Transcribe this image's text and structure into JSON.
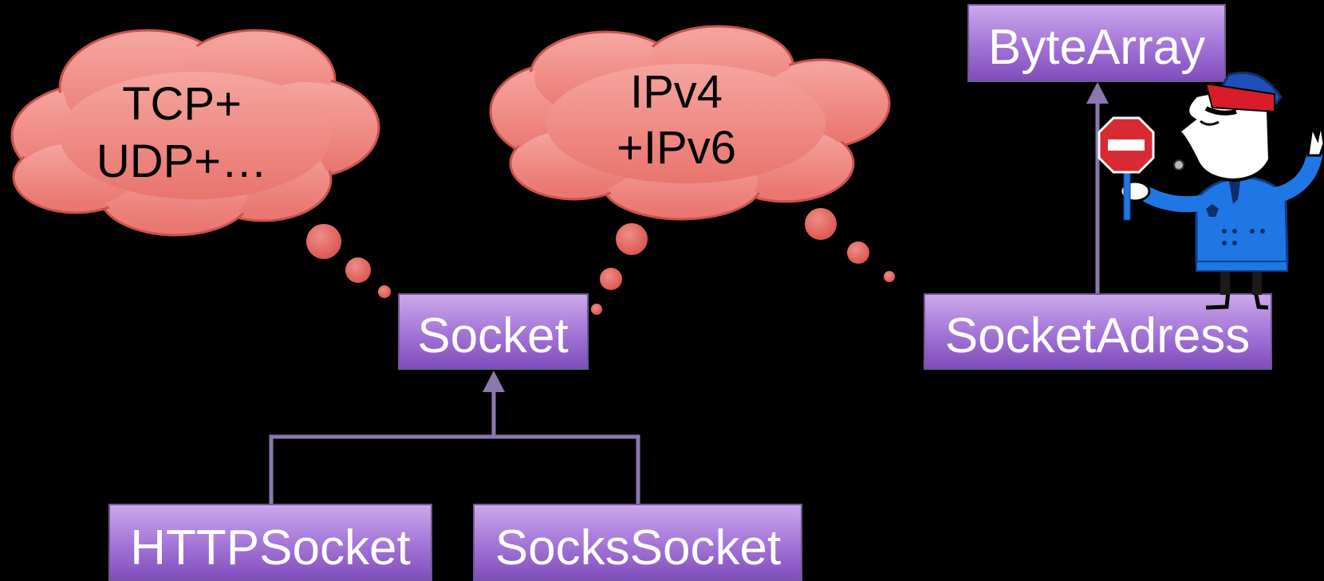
{
  "colors": {
    "background": "#000000",
    "box_fill_top": "#c9a6e6",
    "box_fill_bottom": "#8a55c4",
    "box_stroke": "#6e5a8e",
    "connector": "#8a78ae",
    "cloud_fill": "#ef8c86",
    "cloud_stroke": "#c94f4a",
    "bubble": "#e0645e"
  },
  "classes": {
    "byte_array": "ByteArray",
    "socket": "Socket",
    "socket_address": "SocketAdress",
    "http_socket": "HTTPSocket",
    "socks_socket": "SocksSocket"
  },
  "thoughts": {
    "protocols": {
      "line1": "TCP+",
      "line2": "UDP+…"
    },
    "ip_versions": {
      "line1": "IPv4",
      "line2": "+IPv6"
    }
  },
  "illustration": {
    "figure": "police-officer-icon",
    "sign": "no-entry-sign-icon"
  }
}
